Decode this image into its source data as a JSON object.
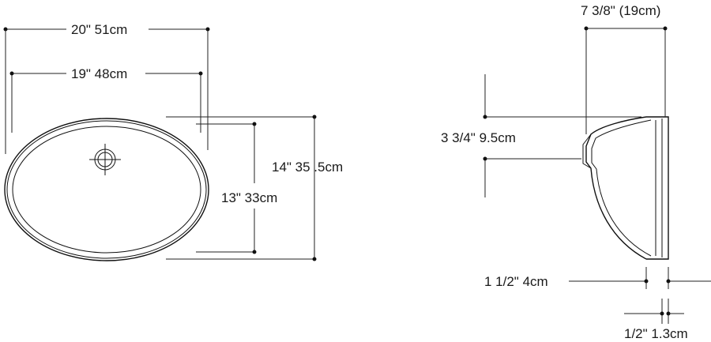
{
  "dimensions": {
    "outer_width": "20\"  51cm",
    "inner_width": "19\"  48cm",
    "outer_length": "14\"  35 .5cm",
    "inner_length": "13\"  33cm",
    "overall_depth": "7 3/8\" (19cm)",
    "drain_height": "3 3/4\"  9.5cm",
    "rim_height": "1 1/2\"  4cm",
    "lip_thickness": "1/2\"  1.3cm"
  },
  "icons": {
    "drain": "drain-crosshair-icon"
  }
}
